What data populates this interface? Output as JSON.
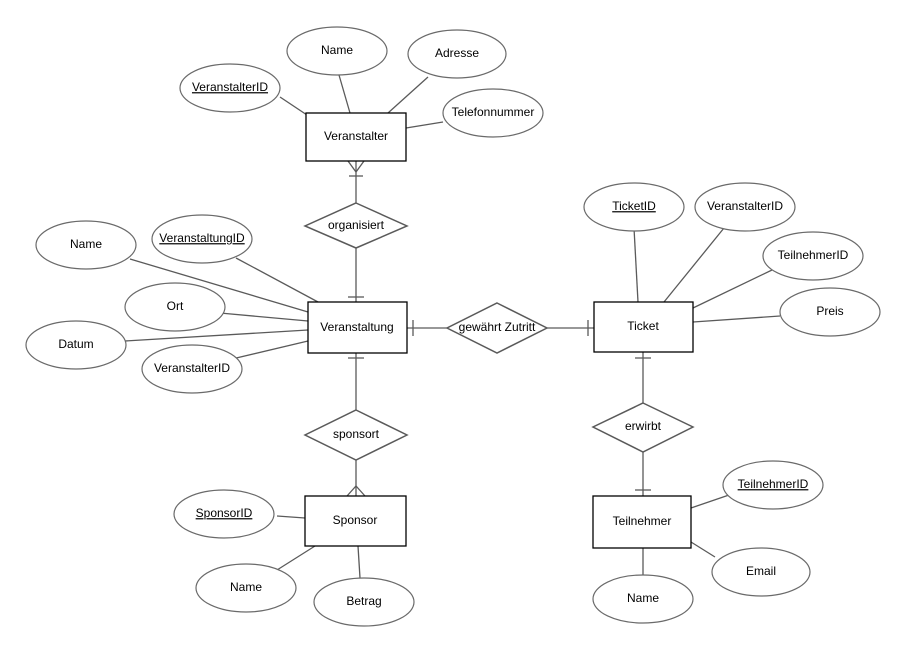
{
  "entities": {
    "veranstalter": "Veranstalter",
    "veranstaltung": "Veranstaltung",
    "ticket": "Ticket",
    "sponsor": "Sponsor",
    "teilnehmer": "Teilnehmer"
  },
  "relationships": {
    "organisiert": "organisiert",
    "gewaehrt_zutritt": "gewährt Zutritt",
    "sponsort": "sponsort",
    "erwirbt": "erwirbt"
  },
  "attributes": {
    "veranstalter": {
      "key": "VeranstalterID",
      "name": "Name",
      "adresse": "Adresse",
      "telefonnummer": "Telefonnummer"
    },
    "veranstaltung": {
      "key": "VeranstaltungID",
      "name": "Name",
      "ort": "Ort",
      "datum": "Datum",
      "veranstalter_id": "VeranstalterID"
    },
    "ticket": {
      "key": "TicketID",
      "veranstalter_id": "VeranstalterID",
      "teilnehmer_id": "TeilnehmerID",
      "preis": "Preis"
    },
    "sponsor": {
      "key": "SponsorID",
      "name": "Name",
      "betrag": "Betrag"
    },
    "teilnehmer": {
      "key": "TeilnehmerID",
      "email": "Email",
      "name": "Name"
    }
  }
}
